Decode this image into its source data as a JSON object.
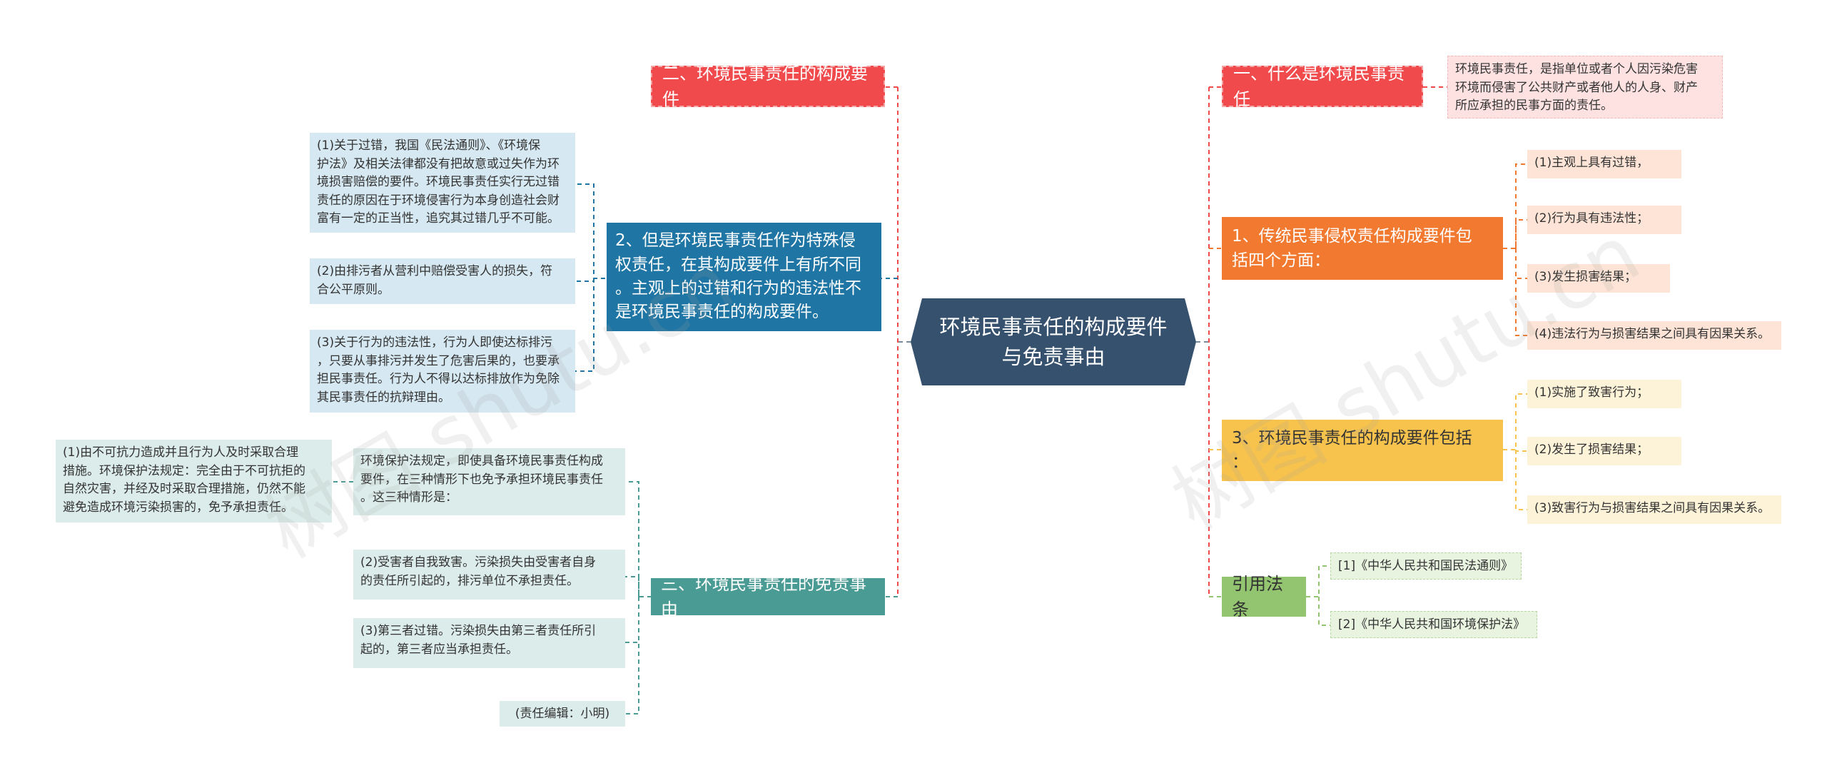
{
  "center": "环境民事责任的构成要件\n与免责事由",
  "left": {
    "b2": {
      "label": "二、环境民事责任的构成要件"
    },
    "b2sub": {
      "label": "2、但是环境民事责任作为特殊侵\n权责任，在其构成要件上有所不同\n。主观上的过错和行为的违法性不\n是环境民事责任的构成要件。",
      "items": [
        "(1)关于过错，我国《民法通则》、《环境保\n护法》及相关法律都没有把故意或过失作为环\n境损害赔偿的要件。环境民事责任实行无过错\n责任的原因在于环境侵害行为本身创造社会财\n富有一定的正当性，追究其过错几乎不可能。",
        "(2)由排污者从营利中赔偿受害人的损失，符\n合公平原则。",
        "(3)关于行为的违法性，行为人即使达标排污\n，只要从事排污并发生了危害后果的，也要承\n担民事责任。行为人不得以达标排放作为免除\n其民事责任的抗辩理由。"
      ]
    },
    "b3": {
      "label": "三、环境民事责任的免责事由",
      "items": [
        "环境保护法规定，即使具备环境民事责任构成\n要件，在三种情形下也免予承担环境民事责任\n。这三种情形是：",
        "(2)受害者自我致害。污染损失由受害者自身\n的责任所引起的，排污单位不承担责任。",
        "(3)第三者过错。污染损失由第三者责任所引\n起的，第三者应当承担责任。",
        "(责任编辑：小明)"
      ],
      "deep": "(1)由不可抗力造成并且行为人及时采取合理\n措施。环境保护法规定：完全由于不可抗拒的\n自然灾害，并经及时采取合理措施，仍然不能\n避免造成环境污染损害的，免予承担责任。"
    }
  },
  "right": {
    "b1": {
      "label": "一、什么是环境民事责任",
      "detail": "环境民事责任，是指单位或者个人因污染危害\n环境而侵害了公共财产或者他人的人身、财产\n所应承担的民事方面的责任。"
    },
    "r1": {
      "label": "1、传统民事侵权责任构成要件包\n括四个方面：",
      "items": [
        "(1)主观上具有过错，",
        "(2)行为具有违法性；",
        "(3)发生损害结果；",
        "(4)违法行为与损害结果之间具有因果关系。"
      ]
    },
    "r3": {
      "label": "3、环境民事责任的构成要件包括\n：",
      "items": [
        "(1)实施了致害行为；",
        "(2)发生了损害结果；",
        "(3)致害行为与损害结果之间具有因果关系。"
      ]
    },
    "refs": {
      "label": "引用法条",
      "items": [
        "[1]《中华人民共和国民法通则》",
        "[2]《中华人民共和国环境保护法》"
      ]
    }
  },
  "watermark": [
    "树图 shutu.cn",
    "树图 shutu.cn"
  ],
  "colors": {
    "center": "#36516e",
    "red": "#f04a4c",
    "blue": "#1f75a3",
    "teal": "#4b9b95",
    "orange": "#f17a30",
    "yellow": "#f7c34c",
    "green": "#93c571"
  }
}
